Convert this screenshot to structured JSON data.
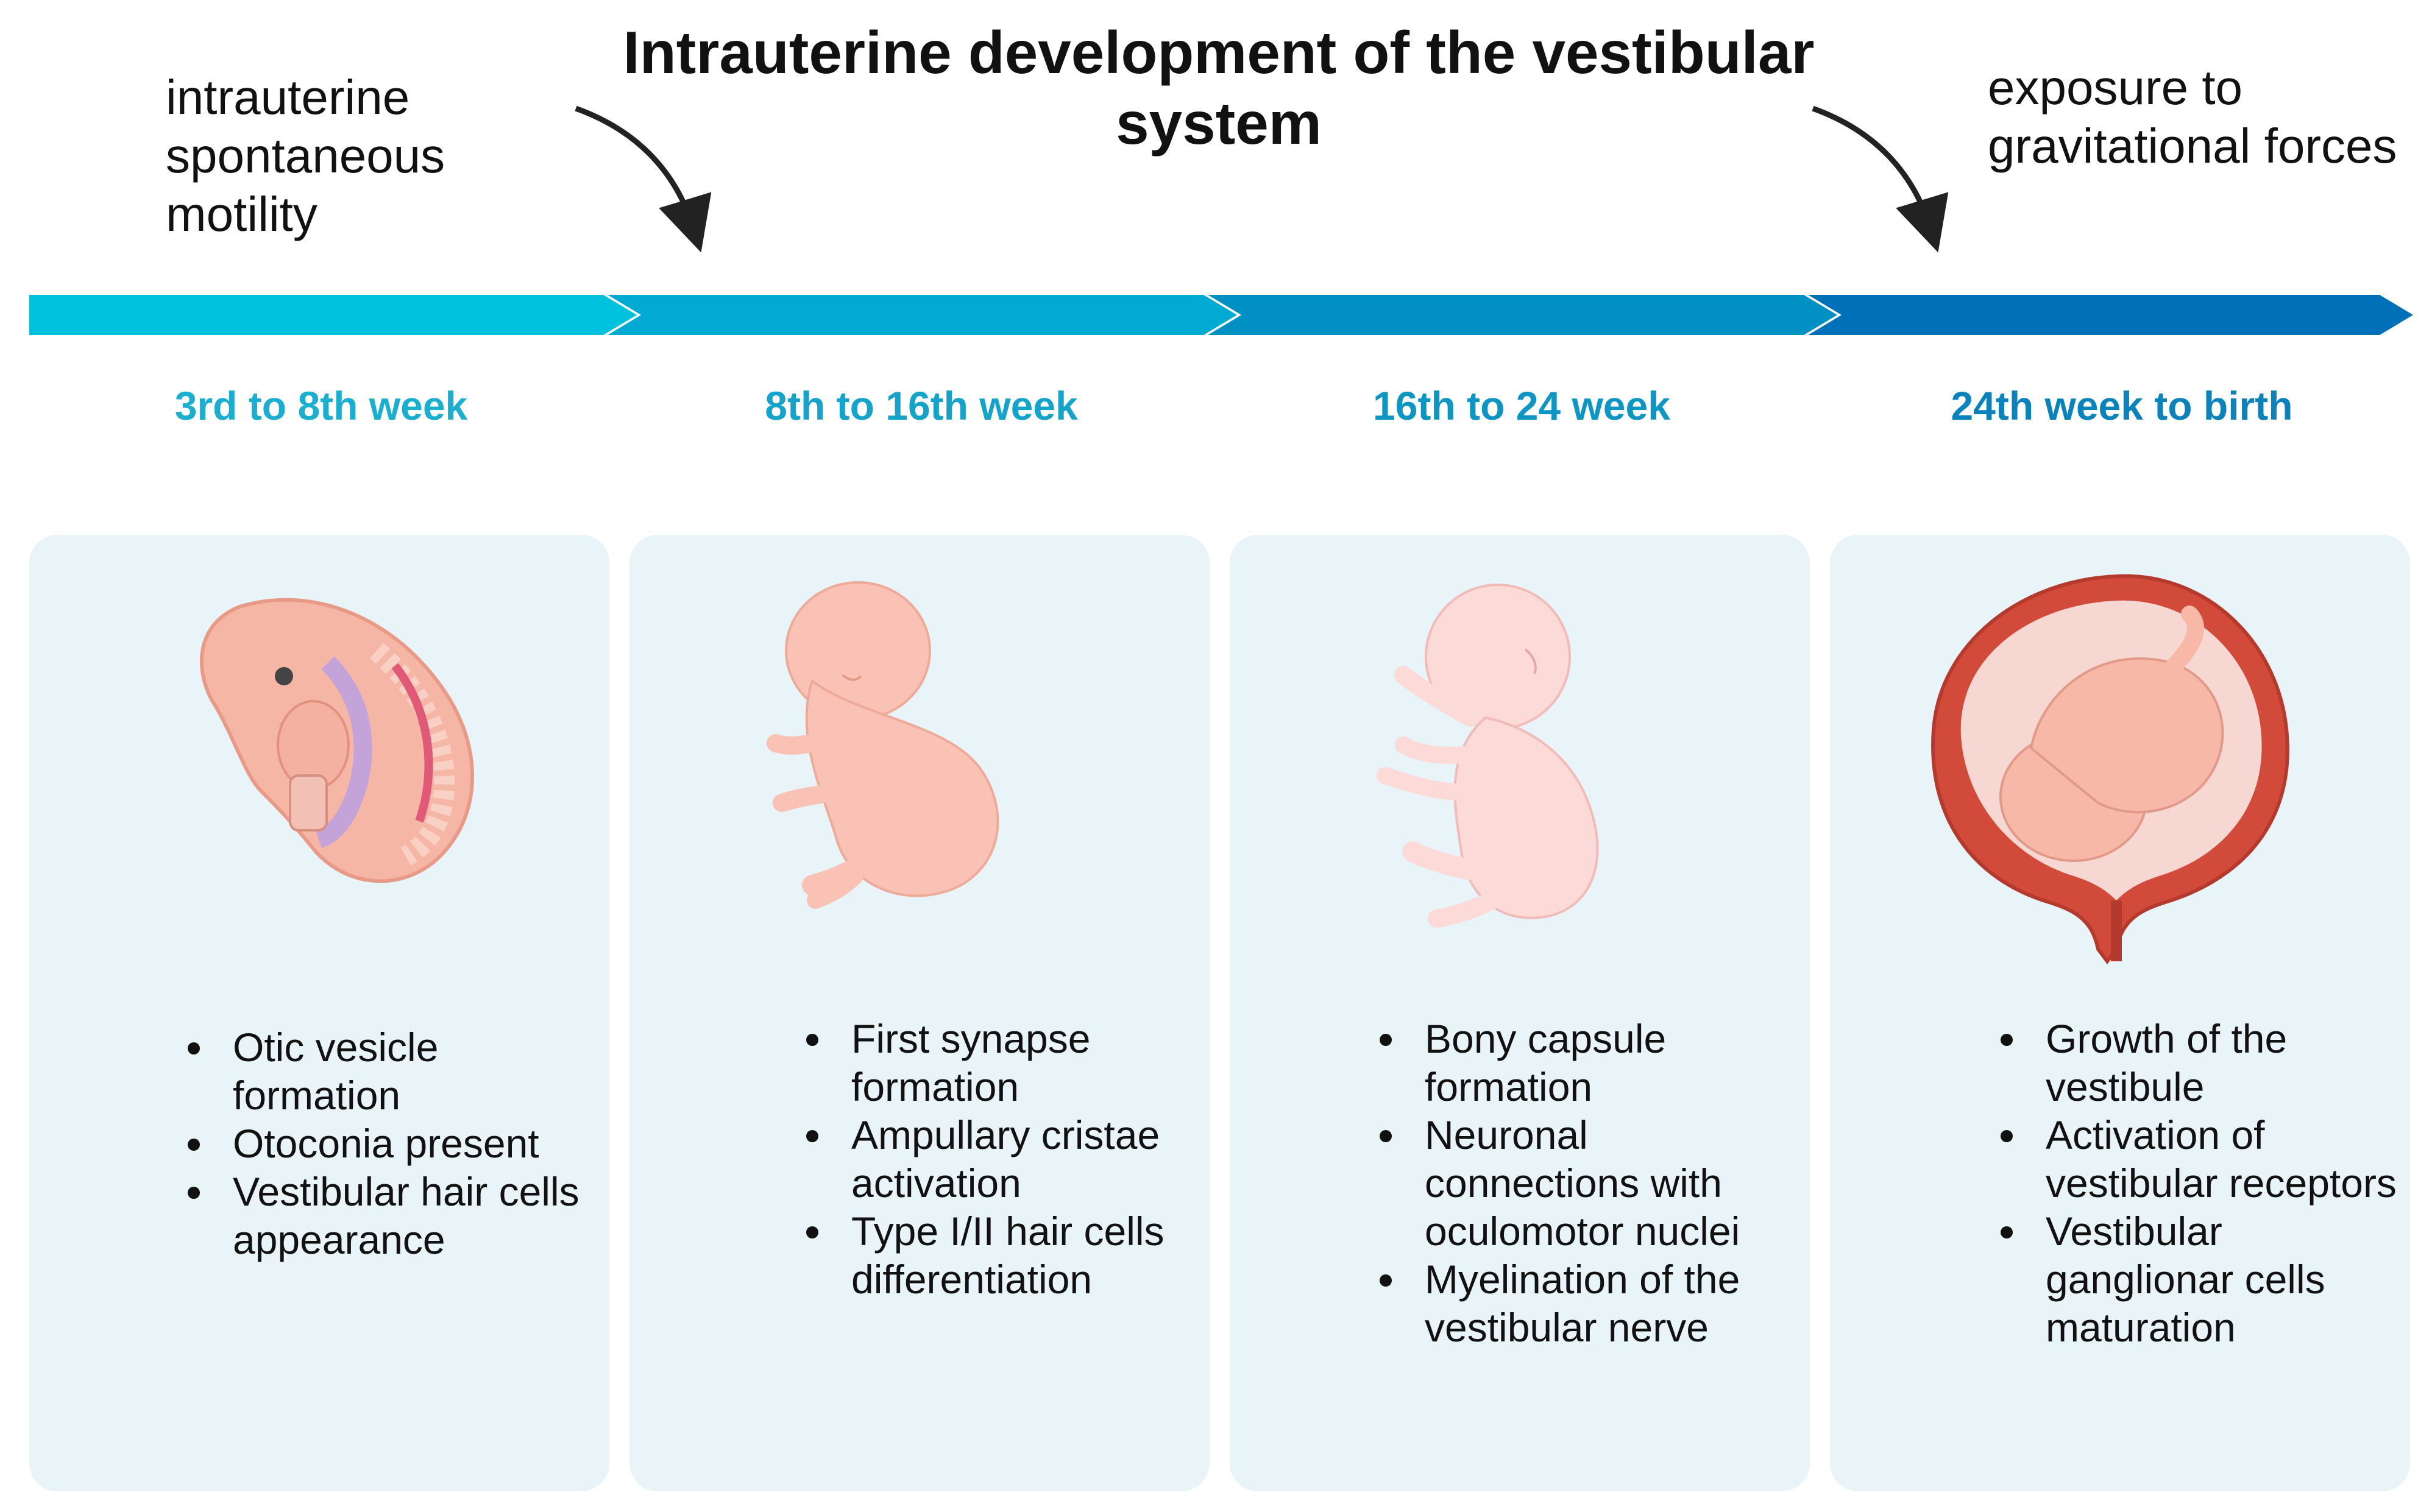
{
  "title": "Intrauterine development of the vestibular system",
  "side_notes": {
    "left": "intrauterine spontaneous motility",
    "right": "exposure to gravitational forces"
  },
  "colors": {
    "timeline_stages": [
      "#00c2de",
      "#00aad3",
      "#0090c3",
      "#0070b8"
    ],
    "label_stages": [
      "#1aaed0",
      "#13a3cb",
      "#0d95c3",
      "#0a82bb"
    ],
    "card_background": "#e8f4f8"
  },
  "stages": [
    {
      "period": "3rd to 8th week",
      "illustration": "embryo-icon",
      "milestones": [
        "Otic vesicle formation",
        "Otoconia present",
        "Vestibular hair cells appearance"
      ]
    },
    {
      "period": "8th to 16th week",
      "illustration": "early-fetus-icon",
      "milestones": [
        "First synapse formation",
        "Ampullary cristae activation",
        "Type I/II hair cells differentiation"
      ]
    },
    {
      "period": "16th to 24 week",
      "illustration": "fetus-icon",
      "milestones": [
        "Bony capsule formation",
        "Neuronal connections with oculomotor nuclei",
        "Myelination of the vestibular nerve"
      ]
    },
    {
      "period": "24th week to birth",
      "illustration": "fetus-in-uterus-icon",
      "milestones": [
        "Growth of the vestibule",
        "Activation of vestibular receptors",
        "Vestibular ganglionar cells maturation"
      ]
    }
  ]
}
